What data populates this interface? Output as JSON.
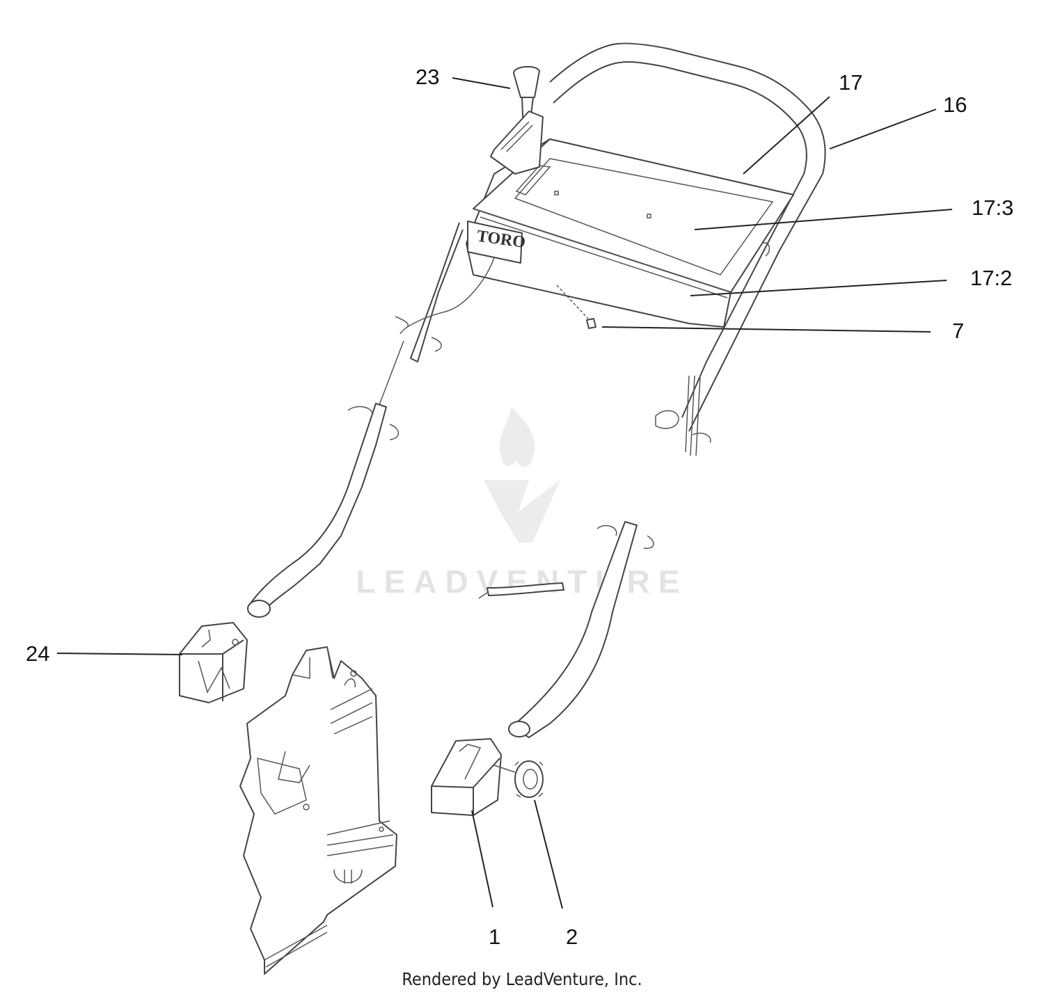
{
  "diagram": {
    "callouts": [
      {
        "id": "23",
        "label": "23"
      },
      {
        "id": "17",
        "label": "17"
      },
      {
        "id": "16",
        "label": "16"
      },
      {
        "id": "17-3",
        "label": "17:3"
      },
      {
        "id": "17-2",
        "label": "17:2"
      },
      {
        "id": "7",
        "label": "7"
      },
      {
        "id": "24",
        "label": "24"
      },
      {
        "id": "1",
        "label": "1"
      },
      {
        "id": "2",
        "label": "2"
      }
    ],
    "console_logo": "TORO",
    "watermark": "LEADVENTURE",
    "footer": "Rendered by LeadVenture, Inc."
  }
}
